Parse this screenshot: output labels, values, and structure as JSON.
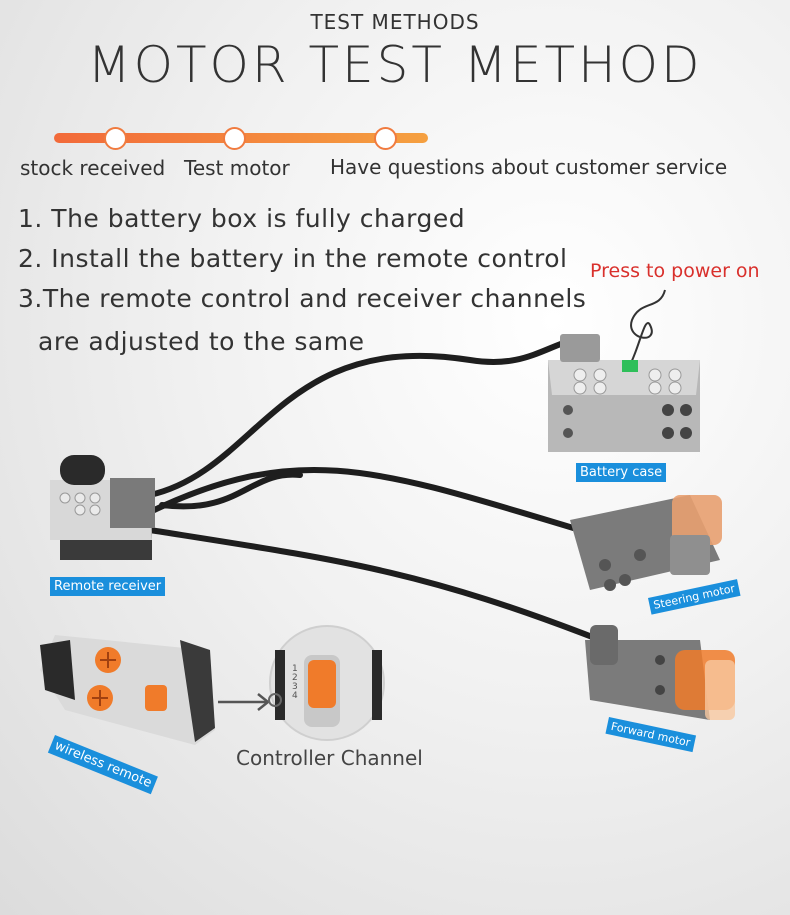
{
  "header": {
    "subtitle": "TEST METHODS",
    "title": "MOTOR TEST METHOD"
  },
  "progress": {
    "color": "#f07b3f",
    "steps": [
      {
        "label": "stock received"
      },
      {
        "label": "Test motor"
      },
      {
        "label": "Have questions about customer service"
      }
    ]
  },
  "instructions": {
    "line1": "1. The battery box is fully charged",
    "line2": "2. Install the battery in the remote control",
    "line3a": "3.The remote control and receiver channels",
    "line3b": "are adjusted to the same"
  },
  "callouts": {
    "press_to_power": "Press to power on",
    "controller_channel": "Controller Channel",
    "press_color": "#d9302c"
  },
  "labels": {
    "battery_case": "Battery case",
    "remote_receiver": "Remote receiver",
    "steering_motor": "Steering motor",
    "forward_motor": "Forward motor",
    "wireless_remote": "wireless remote",
    "label_color": "#1a8fdc"
  },
  "dial_numbers": [
    "1",
    "2",
    "3",
    "4"
  ]
}
